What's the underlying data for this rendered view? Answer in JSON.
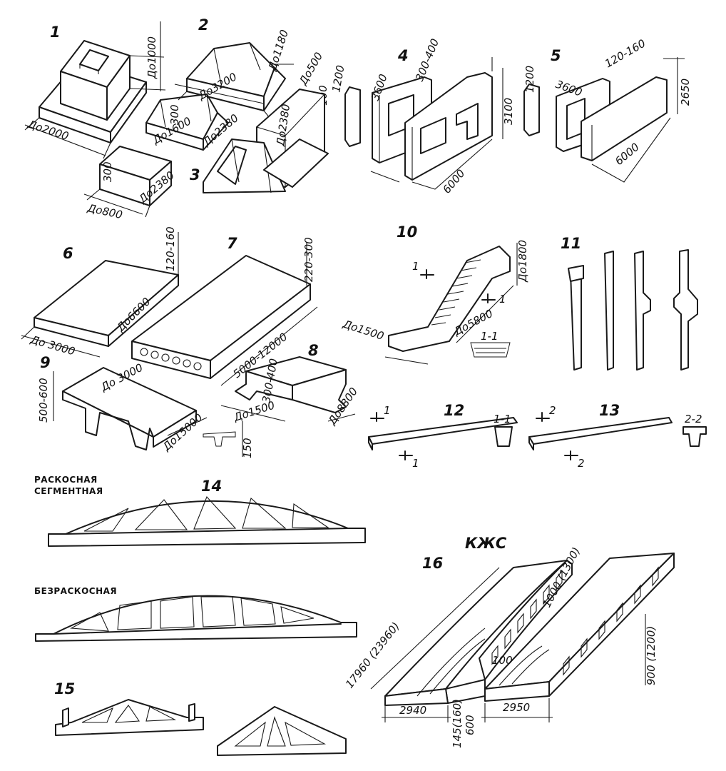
{
  "numbers": [
    "1",
    "2",
    "3",
    "4",
    "5",
    "6",
    "7",
    "8",
    "9",
    "10",
    "11",
    "12",
    "13",
    "14",
    "15",
    "16"
  ],
  "dims": {
    "d1_height": "До1000",
    "d1_width": "До2000",
    "d2_top": "До1180",
    "d2_len": "До3200",
    "d2_500": "До500",
    "d2_100": "100",
    "d2_300a": "300",
    "d2_1600": "До1600",
    "d2_2380a": "До2380",
    "d2_2380b": "До2380",
    "d3_300": "300",
    "d3_2380": "До2380",
    "d3_800": "До800",
    "d4_1200": "1200",
    "d4_3600": "3600",
    "d4_300_400": "300-400",
    "d4_3100": "3100",
    "d4_6000": "6000",
    "d5_1200": "1200",
    "d5_3600": "3600",
    "d5_120_160": "120-160",
    "d5_2650": "2650",
    "d5_6000": "6000",
    "d6_120_160": "120-160",
    "d6_6600": "До6600",
    "d6_3000": "До 3000",
    "d7_220_300": "220-300",
    "d7_len": "5000-12000",
    "d8_300_400": "300-400",
    "d8_1500": "До1500",
    "d8_8800": "До8800",
    "d9_500_600": "500-600",
    "d9_3000": "До 3000",
    "d9_15000": "До15000",
    "d9_150": "150",
    "d10_1800": "До1800",
    "d10_5800": "До5800",
    "d10_1500": "До1500",
    "d16_17960": "17960 (23960)",
    "d16_1000": "1000 (1300)",
    "d16_100": "100",
    "d16_900": "900 (1200)",
    "d16_2940": "2940",
    "d16_2950": "2950",
    "d16_145": "145(160)",
    "d16_600": "600"
  },
  "sections": {
    "s10_cut": "1",
    "s10_cut2": "1",
    "s10_label": "1-1",
    "s12_cut_a": "1",
    "s12_cut_b": "1",
    "s12_label": "1-1",
    "s13_cut_a": "2",
    "s13_cut_b": "2",
    "s13_label": "2-2"
  },
  "captions": {
    "truss_braced_line1": "РАСКОСНАЯ",
    "truss_braced_line2": "СЕГМЕНТНАЯ",
    "truss_nobrace": "БЕЗРАСКОСНАЯ",
    "kzhs": "КЖС"
  }
}
